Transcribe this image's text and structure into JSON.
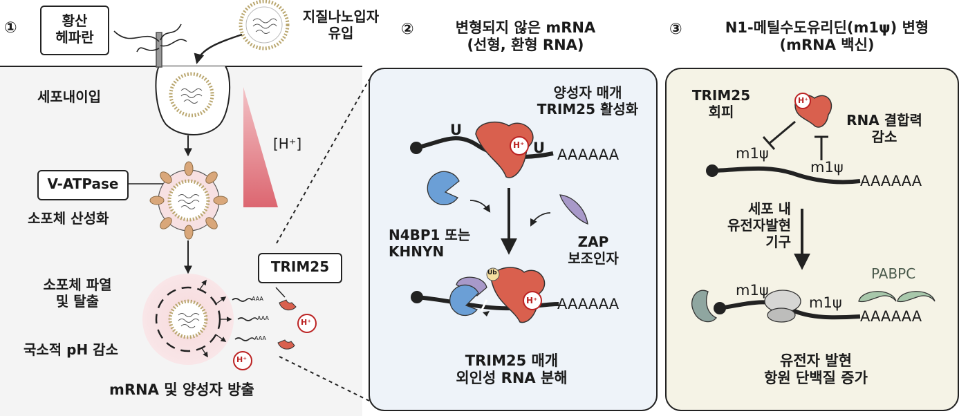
{
  "panel1": {
    "number": "①",
    "membrane_label_line1": "황산",
    "membrane_label_line2": "헤파란",
    "lnp_label_line1": "지질나노입자",
    "lnp_label_line2": "유입",
    "endocytosis": "세포내이입",
    "proton_gradient": "[H⁺]",
    "vatpase": "V-ATPase",
    "acidification": "소포체 산성화",
    "rupture_line1": "소포체 파열",
    "rupture_line2": "및 탈출",
    "ph_decrease": "국소적 pH 감소",
    "release": "mRNA 및 양성자 방출",
    "trim25": "TRIM25",
    "proton": "H⁺",
    "polya_small": "AAA"
  },
  "panel2": {
    "number": "②",
    "title_line1": "변형되지 않은 mRNA",
    "title_line2": "(선형, 환형 RNA)",
    "activation_line1": "양성자 매개",
    "activation_line2": "TRIM25 활성화",
    "uridine": "U",
    "polya": "AAAAAA",
    "proton": "H⁺",
    "n4bp1_line1": "N4BP1 또는",
    "n4bp1_line2": "KHNYN",
    "zap_line1": "ZAP",
    "zap_line2": "보조인자",
    "ub": "Ub",
    "degradation_line1": "TRIM25 매개",
    "degradation_line2": "외인성 RNA 분해"
  },
  "panel3": {
    "number": "③",
    "title_line1": "N1-메틸수도유리딘(m1ψ) 변형",
    "title_line2": "(mRNA 백신)",
    "evasion_line1": "TRIM25",
    "evasion_line2": "회피",
    "binding_line1": "RNA 결합력",
    "binding_line2": "감소",
    "m1psi": "m1ψ",
    "polya": "AAAAAA",
    "proton": "H⁺",
    "machinery_line1": "세포 내",
    "machinery_line2": "유전자발현",
    "machinery_line3": "기구",
    "pabpc": "PABPC",
    "outcome_line1": "유전자 발현",
    "outcome_line2": "항원 단백질 증가"
  },
  "colors": {
    "trim25_red": "#d9604e",
    "n4bp1_blue": "#6b9fd6",
    "zap_purple": "#a899c9",
    "pabpc_green": "#a8c8ab",
    "gradient_red": "#dc6670",
    "panel2_bg": "#eef3f9",
    "panel3_bg": "#f5f3e6",
    "cell_bg": "#f4f4f4"
  }
}
